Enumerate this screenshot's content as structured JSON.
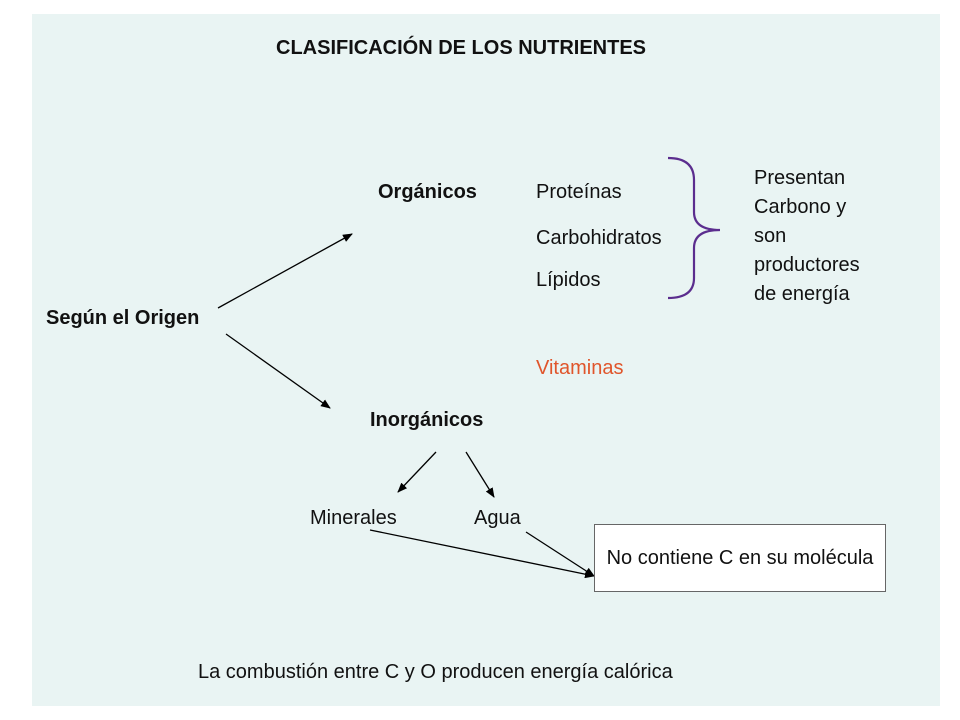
{
  "title": "CLASIFICACIÓN DE LOS NUTRIENTES",
  "root": "Según el Origen",
  "organic": {
    "label": "Orgánicos",
    "items": [
      "Proteínas",
      "Carbohidratos",
      "Lípidos"
    ],
    "vitamins": "Vitaminas",
    "note": "Presentan\nCarbono y\nson\nproductores\nde energía"
  },
  "inorganic": {
    "label": "Inorgánicos",
    "items": [
      "Minerales",
      "Agua"
    ],
    "note": "No contiene C en su molécula"
  },
  "footer": "La combustión entre C y O producen energía calórica",
  "colors": {
    "background": "#e9f4f3",
    "text": "#111111",
    "vitamins": "#e0552b",
    "brace": "#5b2d8e"
  }
}
